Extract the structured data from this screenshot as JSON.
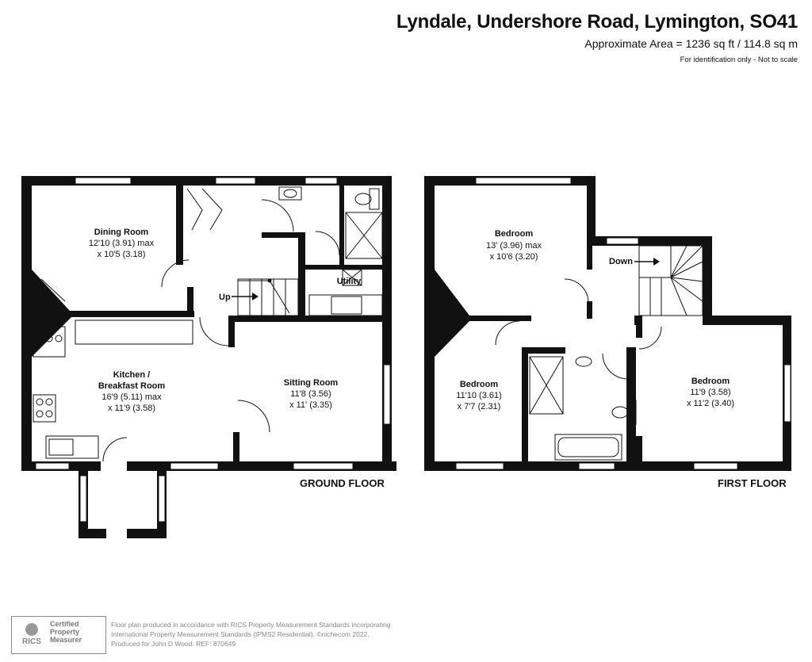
{
  "header": {
    "title": "Lyndale, Undershore Road, Lymington, SO41",
    "area": "Approximate Area = 1236 sq ft / 114.8 sq m",
    "disclaimer": "For identification only - Not to scale"
  },
  "ground_floor": {
    "label": "GROUND FLOOR",
    "rooms": {
      "dining": {
        "name": "Dining Room",
        "dim1": "12'10 (3.91) max",
        "dim2": "x 10'5 (3.18)"
      },
      "kitchen": {
        "name1": "Kitchen /",
        "name2": "Breakfast Room",
        "dim1": "16'9 (5.11) max",
        "dim2": "x 11'9 (3.58)"
      },
      "sitting": {
        "name": "Sitting Room",
        "dim1": "11'8 (3.56)",
        "dim2": "x 11' (3.35)"
      },
      "utility": {
        "name": "Utility"
      }
    },
    "stairs_label": "Up"
  },
  "first_floor": {
    "label": "FIRST FLOOR",
    "rooms": {
      "bed1": {
        "name": "Bedroom",
        "dim1": "13' (3.96) max",
        "dim2": "x 10'6 (3.20)"
      },
      "bed2": {
        "name": "Bedroom",
        "dim1": "11'10 (3.61)",
        "dim2": "x 7'7 (2.31)"
      },
      "bed3": {
        "name": "Bedroom",
        "dim1": "11'9 (3.58)",
        "dim2": "x 11'2 (3.40)"
      }
    },
    "stairs_label": "Down"
  },
  "footer": {
    "badge": {
      "org": "RICS",
      "line1": "Certified",
      "line2": "Property",
      "line3": "Measurer"
    },
    "line1": "Floor plan produced in accordance with RICS Property Measurement Standards incorporating",
    "line2": "International Property Measurement Standards (IPMS2 Residential).   ©nichecom 2022.",
    "line3": "Produced for John D Wood.   REF: 870649"
  }
}
